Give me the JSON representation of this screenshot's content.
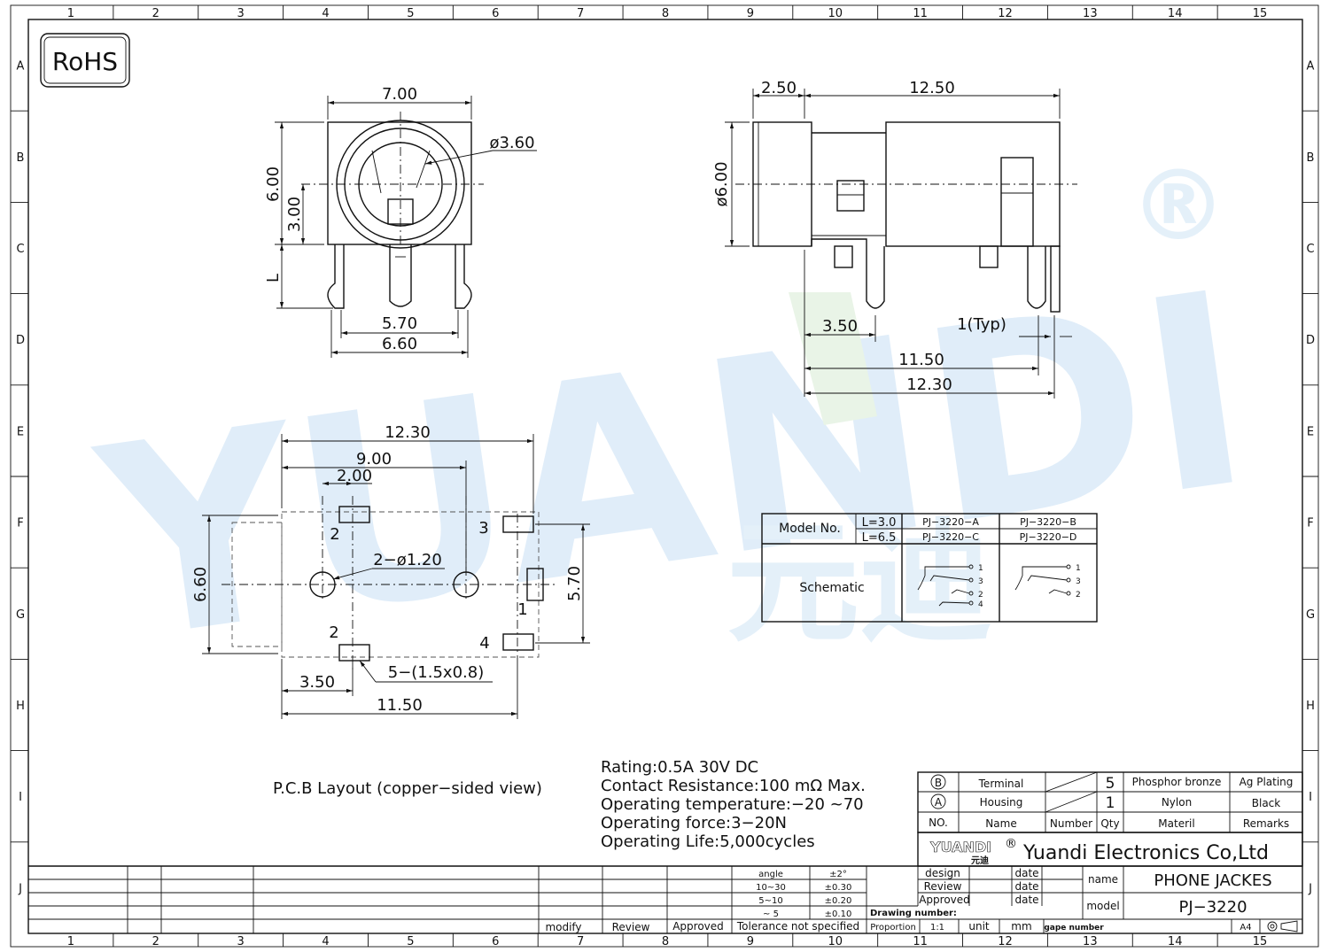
{
  "frame": {
    "columns": [
      "1",
      "2",
      "3",
      "4",
      "5",
      "6",
      "7",
      "8",
      "9",
      "10",
      "11",
      "12",
      "13",
      "14",
      "15"
    ],
    "rows": [
      "A",
      "B",
      "C",
      "D",
      "E",
      "F",
      "G",
      "H",
      "I",
      "J"
    ]
  },
  "badge": {
    "rohs": "RoHS"
  },
  "watermark": {
    "text": "YUANDI",
    "cn": "元迪",
    "mark": "®"
  },
  "front_view": {
    "width": "7.00",
    "height": "6.00",
    "half": "3.00",
    "lead": "L",
    "diameter": "ø3.60",
    "pin_span": "5.70",
    "body_span": "6.60"
  },
  "side_view": {
    "front": "2.50",
    "length": "12.50",
    "diameter": "ø6.00",
    "pin_offset": "3.50",
    "pin_thickness": "1(Typ)",
    "pin_span": "11.50",
    "total": "12.30"
  },
  "pcb": {
    "total": "12.30",
    "span": "9.00",
    "offset": "2.00",
    "height": "6.60",
    "pad_span": "5.70",
    "holes": "2−ø1.20",
    "pads": "5−(1.5x0.8)",
    "left": "3.50",
    "bottom": "11.50",
    "pin_labels": [
      "2",
      "3",
      "1",
      "2",
      "4"
    ],
    "caption": "P.C.B Layout (copper−sided view)"
  },
  "model_table": {
    "header": "Model No.",
    "rows": [
      {
        "l": "L=3.0",
        "a": "PJ−3220−A",
        "b": "PJ−3220−B"
      },
      {
        "l": "L=6.5",
        "a": "PJ−3220−C",
        "b": "PJ−3220−D"
      }
    ],
    "schematic": "Schematic",
    "pins_a": [
      "1",
      "3",
      "2",
      "4"
    ],
    "pins_b": [
      "1",
      "3",
      "2"
    ]
  },
  "specs": [
    "Rating:0.5A 30V DC",
    "Contact Resistance:100 mΩ Max.",
    "Operating temperature:−20 ~70",
    "Operating force:3−20N",
    "Operating Life:5,000cycles"
  ],
  "bom": {
    "rows": [
      {
        "no": "B",
        "name": "Terminal",
        "qty": "5",
        "material": "Phosphor bronze",
        "remarks": "Ag Plating"
      },
      {
        "no": "A",
        "name": "Housing",
        "qty": "1",
        "material": "Nylon",
        "remarks": "Black"
      }
    ],
    "headers": {
      "no": "NO.",
      "name": "Name",
      "number": "Number",
      "qty": "Qty",
      "material": "Materil",
      "remarks": "Remarks"
    }
  },
  "company": {
    "logo": "YUANDI",
    "logo_cn": "元迪",
    "reg": "®",
    "name": "Yuandi Electronics Co,Ltd"
  },
  "title_block": {
    "name_label": "name",
    "name_value": "PHONE JACKES",
    "model_label": "model",
    "model_value": "PJ−3220",
    "design": "design",
    "review": "Review",
    "approved": "Approved",
    "date": "date",
    "drawing_number": "Drawing number:",
    "proportion": "Proportion",
    "scale": "1:1",
    "unit": "unit",
    "unit_value": "mm",
    "gape_number": "gape number",
    "size": "A4"
  },
  "tolerance": {
    "rows": [
      {
        "range": "angle",
        "tol": "±2°"
      },
      {
        "range": "10~30",
        "tol": "±0.30"
      },
      {
        "range": "5~10",
        "tol": "±0.20"
      },
      {
        "range": "~ 5",
        "tol": "±0.10"
      }
    ],
    "label": "Tolerance not specified"
  },
  "revision": {
    "modify": "modify",
    "review": "Review",
    "approved": "Approved"
  }
}
